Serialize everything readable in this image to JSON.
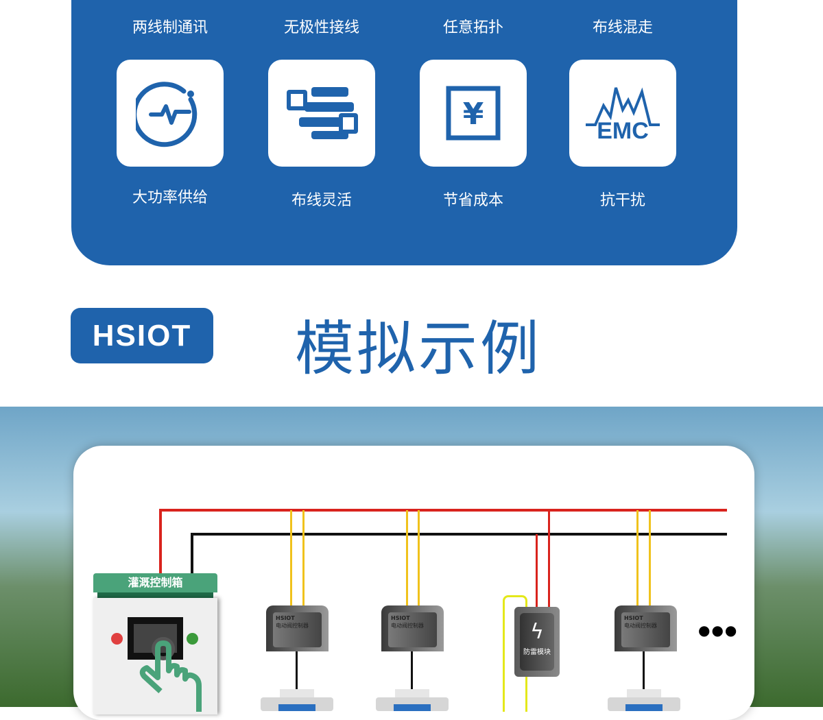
{
  "features_top": [
    "两线制通讯",
    "无极性接线",
    "任意拓扑",
    "布线混走"
  ],
  "features": [
    {
      "label": "大功率供给",
      "icon": "power-pulse-icon"
    },
    {
      "label": "布线灵活",
      "icon": "flexible-wiring-icon"
    },
    {
      "label": "节省成本",
      "icon": "yen-cost-icon"
    },
    {
      "label": "抗干扰",
      "icon": "emc-icon",
      "icon_text": "EMC"
    }
  ],
  "logo": "HSIOT",
  "section_title": "模拟示例",
  "diagram": {
    "control_box_label": "灌溉控制箱",
    "controller_brand": "HSIOT",
    "controller_label": "电动阀控制器",
    "surge_module_label": "防雷模块",
    "more": "●●●"
  },
  "colors": {
    "brand": "#1f63ac",
    "red_wire": "#d9231d",
    "black_wire": "#111111",
    "yellow_wire": "#f0c21c",
    "green": "#4aa37a"
  }
}
